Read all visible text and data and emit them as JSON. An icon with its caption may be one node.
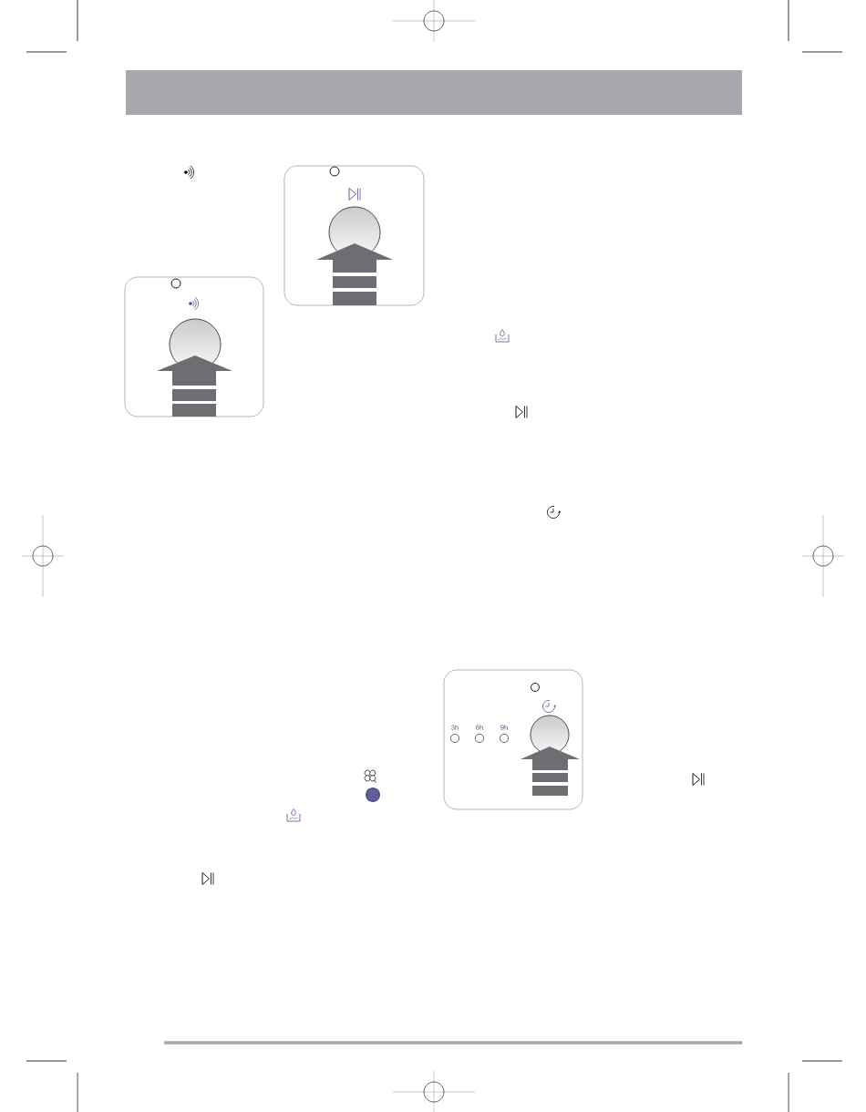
{
  "diagram": {
    "labels": [
      "3h",
      "6h",
      "9h"
    ]
  }
}
